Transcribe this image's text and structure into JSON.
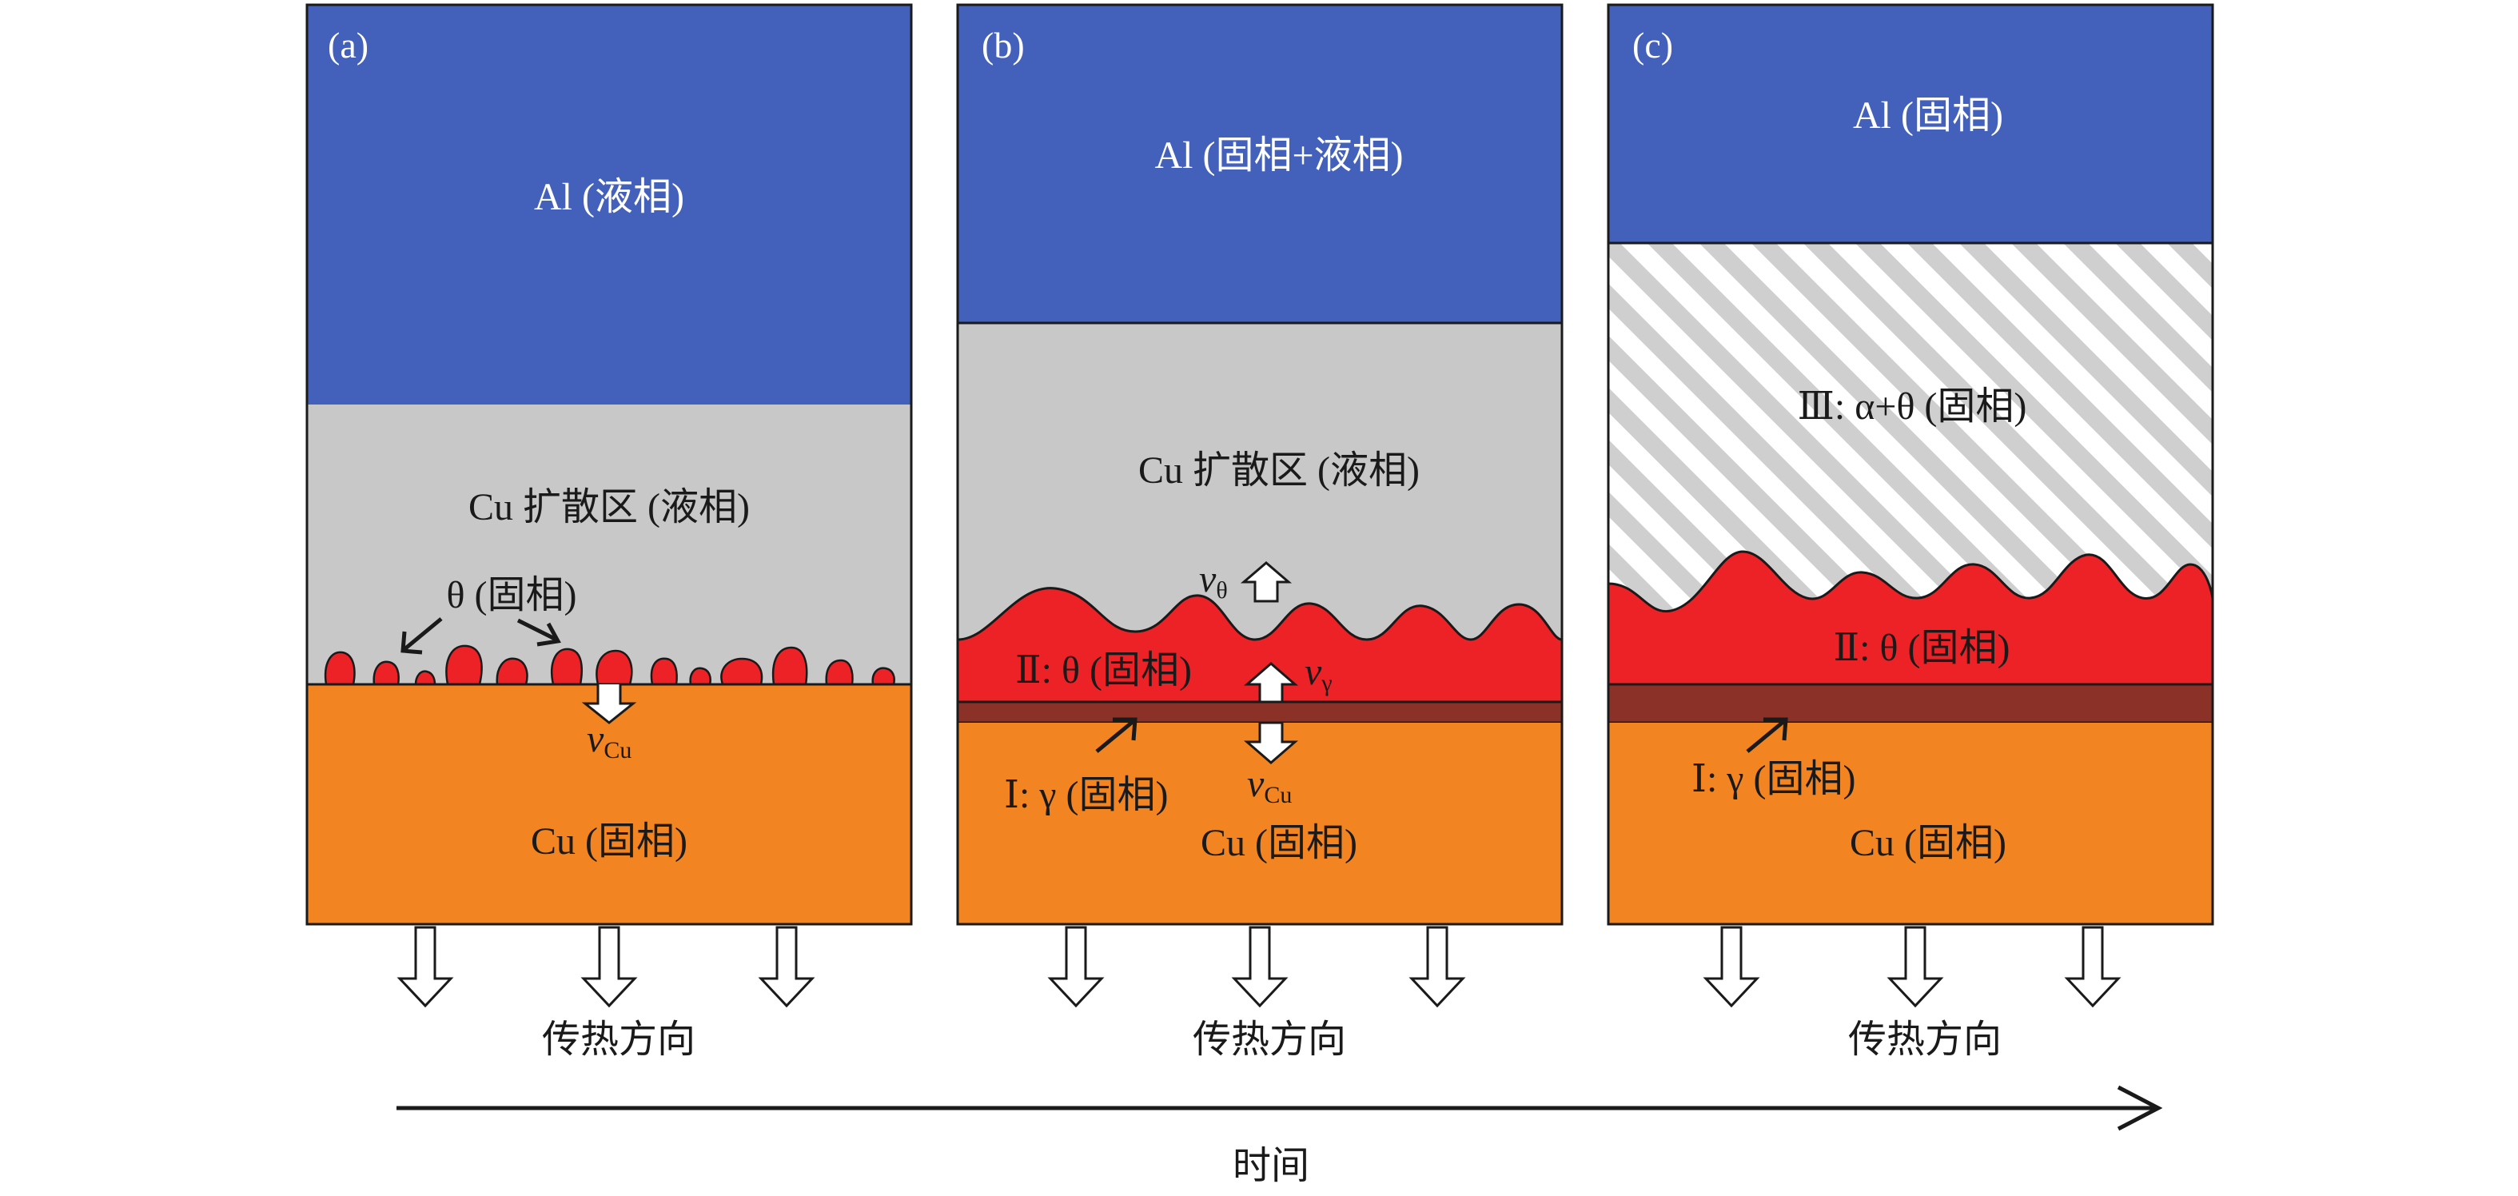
{
  "panels": [
    {
      "letter": "(a)",
      "al_label": "Al (液相)",
      "diffusion_label": "Cu 扩散区 (液相)",
      "theta_label": "θ (固相)",
      "v_cu": "v",
      "v_cu_sub": "Cu",
      "cu_label": "Cu (固相)",
      "heat_label": "传热方向"
    },
    {
      "letter": "(b)",
      "al_label": "Al (固相+液相)",
      "diffusion_label": "Cu 扩散区 (液相)",
      "v_theta": "v",
      "v_theta_sub": "θ",
      "layer2_label": "Ⅱ: θ (固相)",
      "v_gamma": "v",
      "v_gamma_sub": "γ",
      "layer1_label": "Ⅰ: γ (固相)",
      "v_cu": "v",
      "v_cu_sub": "Cu",
      "cu_label": "Cu (固相)",
      "heat_label": "传热方向"
    },
    {
      "letter": "(c)",
      "al_label": "Al (固相)",
      "layer3_label": "Ⅲ: α+θ (固相)",
      "layer2_label": "Ⅱ: θ (固相)",
      "layer1_label": "Ⅰ: γ (固相)",
      "cu_label": "Cu (固相)",
      "heat_label": "传热方向"
    }
  ],
  "time_label": "时间",
  "colors": {
    "al": "#4361BB",
    "diffusion": "#C8C8C8",
    "theta": "#EC2227",
    "gamma": "#8B3128",
    "cu": "#F28522",
    "outline": "#1a1a1a",
    "hatch": "#CFCFCF"
  }
}
